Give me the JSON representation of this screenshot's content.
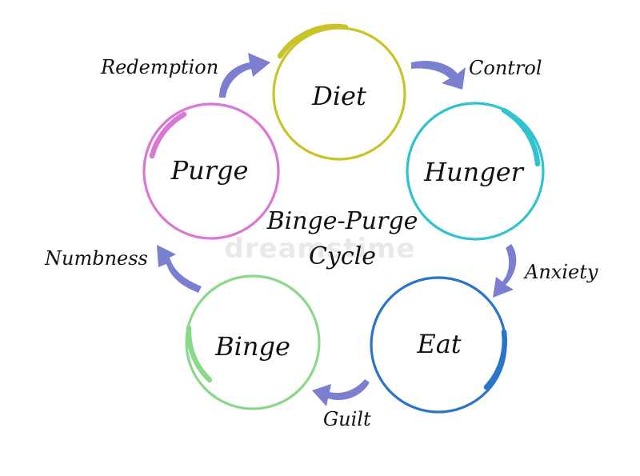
{
  "title_line1": "Binge-Purge",
  "title_line2": "Cycle",
  "watermark": "dreamstime",
  "nodes": [
    {
      "label": "Diet",
      "color": "#c9c32a"
    },
    {
      "label": "Hunger",
      "color": "#2ec3cf"
    },
    {
      "label": "Eat",
      "color": "#2a74c9"
    },
    {
      "label": "Binge",
      "color": "#8ad88a"
    },
    {
      "label": "Purge",
      "color": "#d877d4"
    }
  ],
  "edges": [
    {
      "from": "Diet",
      "to": "Hunger",
      "label": "Control"
    },
    {
      "from": "Hunger",
      "to": "Eat",
      "label": "Anxiety"
    },
    {
      "from": "Eat",
      "to": "Binge",
      "label": "Guilt"
    },
    {
      "from": "Binge",
      "to": "Purge",
      "label": "Numbness"
    },
    {
      "from": "Purge",
      "to": "Diet",
      "label": "Redemption"
    }
  ],
  "arrow_color": "#7b7fd0"
}
